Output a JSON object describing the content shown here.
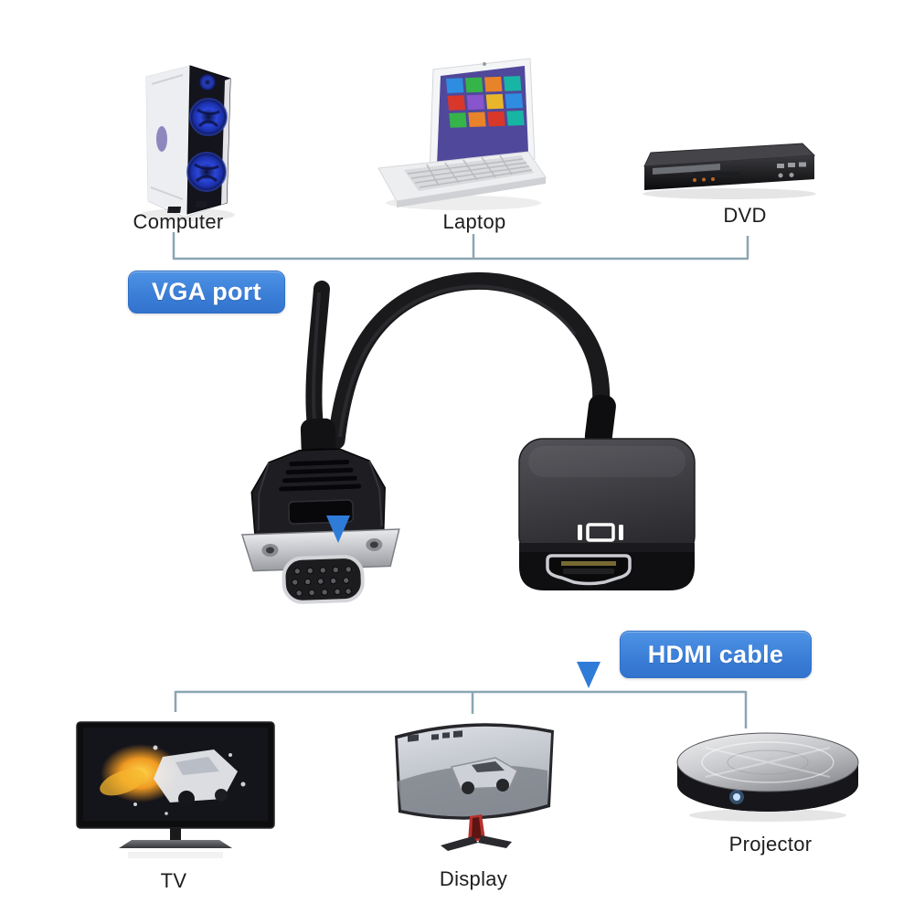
{
  "badges": {
    "vga_port": "VGA port",
    "hdmi_cable": "HDMI cable"
  },
  "source_devices": [
    {
      "label": "Computer"
    },
    {
      "label": "Laptop"
    },
    {
      "label": "DVD"
    }
  ],
  "output_devices": [
    {
      "label": "TV"
    },
    {
      "label": "Display"
    },
    {
      "label": "Projector"
    }
  ],
  "icons": {
    "adapter_face_icon": "display-icon"
  },
  "colors": {
    "badge_blue": "#3b7fd8",
    "arrow_blue": "#2f7cd8",
    "bracket_line": "#8aa6b2",
    "cable_black": "#1a1a1c",
    "fan_glow_blue": "#2b46d8"
  }
}
